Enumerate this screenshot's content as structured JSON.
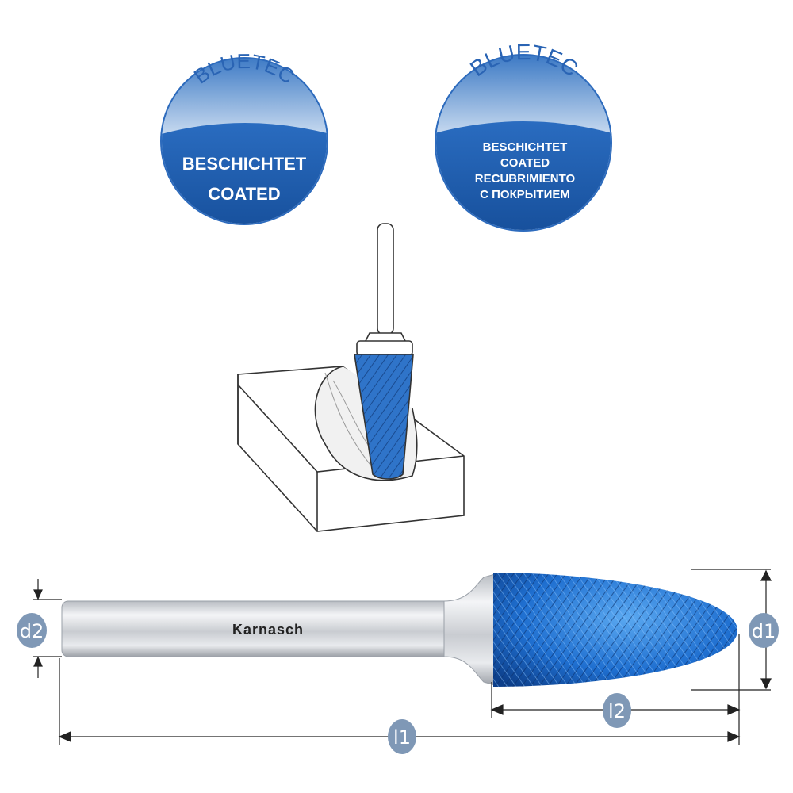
{
  "badge_left": {
    "title": "BLUETEC",
    "lines": [
      "BESCHICHTET",
      "COATED"
    ]
  },
  "badge_right": {
    "title": "BLUETEC",
    "lines": [
      "BESCHICHTET",
      "COATED",
      "RECUBRIMIENTO",
      "С ПОКРЫТИЕМ"
    ]
  },
  "tool": {
    "brand": "Karnasch"
  },
  "dimensions": {
    "d1": "d1",
    "d2": "d2",
    "l1": "l1",
    "l2": "l2"
  },
  "colors": {
    "coating_blue": "#1f6fd0",
    "badge_blue": "#1c5aa8",
    "label_circle": "#7f98b6"
  }
}
